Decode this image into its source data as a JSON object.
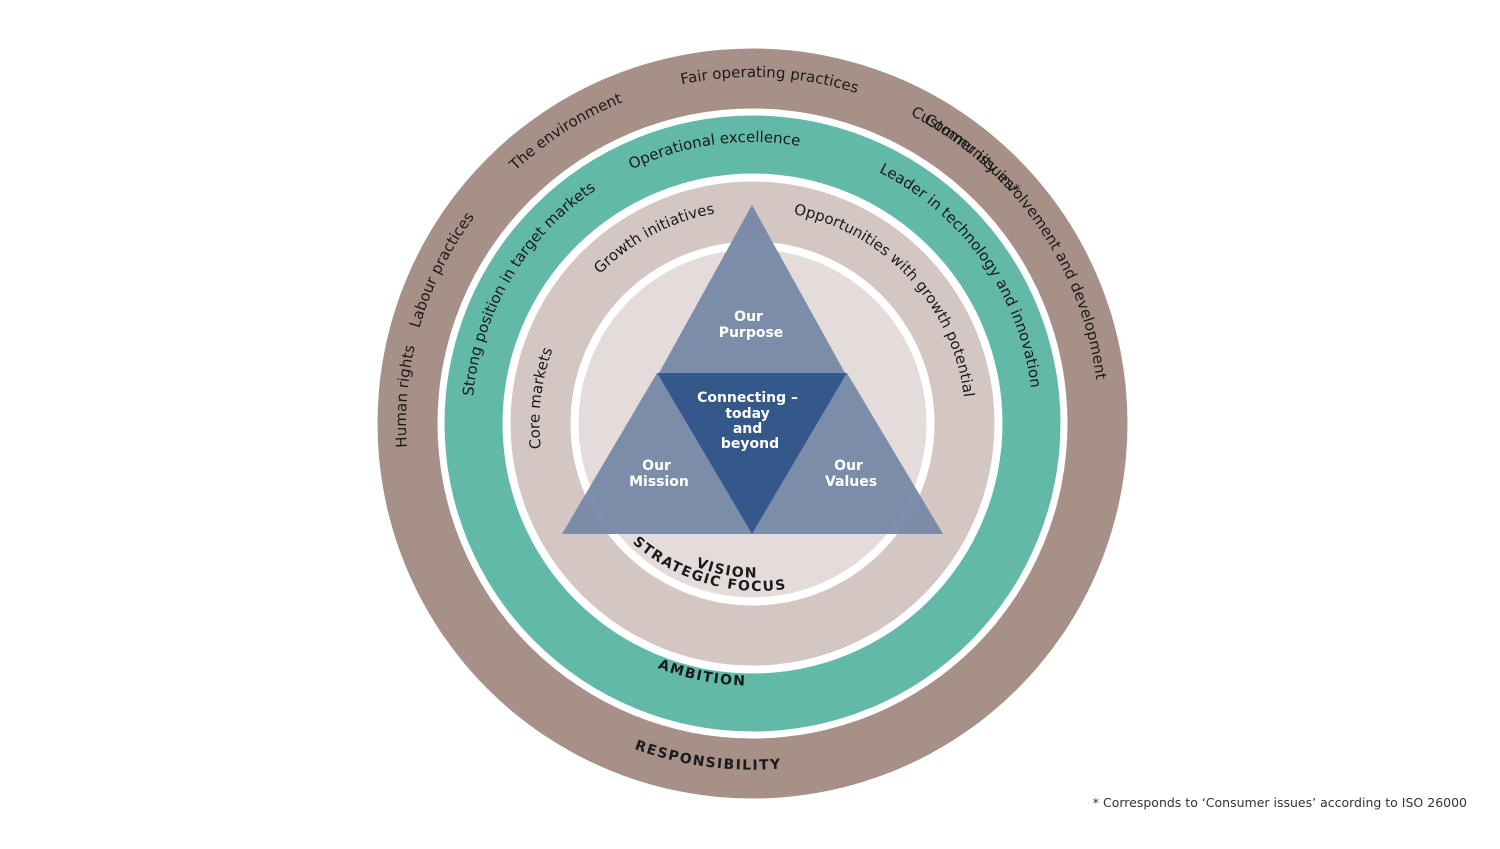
{
  "colors": {
    "responsibility_ring": "#a69088",
    "ambition_ring": "#63b9a7",
    "strategic_ring": "#d4c7c3",
    "vision_disc": "#e4dcda",
    "triangle": "#7385a6",
    "center_triangle": "#35588a",
    "separator": "#ffffff"
  },
  "rings": {
    "responsibility": {
      "title": "RESPONSIBILITY",
      "items": {
        "fair_operating": "Fair operating practices",
        "customer": "Customer issues*",
        "environment": "The environment",
        "community": "Community involvement and development",
        "labour": "Labour practices",
        "human_rights": "Human rights"
      }
    },
    "ambition": {
      "title": "AMBITION",
      "items": {
        "operational": "Operational excellence",
        "leader": "Leader in technology and innovation",
        "strong_position": "Strong position in target markets"
      }
    },
    "strategic_focus": {
      "title": "STRATEGIC FOCUS",
      "items": {
        "growth": "Growth initiatives",
        "opportunities": "Opportunities with growth potential",
        "core": "Core markets"
      }
    },
    "vision": {
      "title": "VISION"
    }
  },
  "triangles": {
    "purpose": [
      "Our",
      "Purpose"
    ],
    "mission": [
      "Our",
      "Mission"
    ],
    "values": [
      "Our",
      "Values"
    ],
    "center": [
      "Connecting –",
      "today",
      "and",
      "beyond"
    ]
  },
  "footnote": "* Corresponds to ‘Consumer issues’ according to ISO 26000"
}
